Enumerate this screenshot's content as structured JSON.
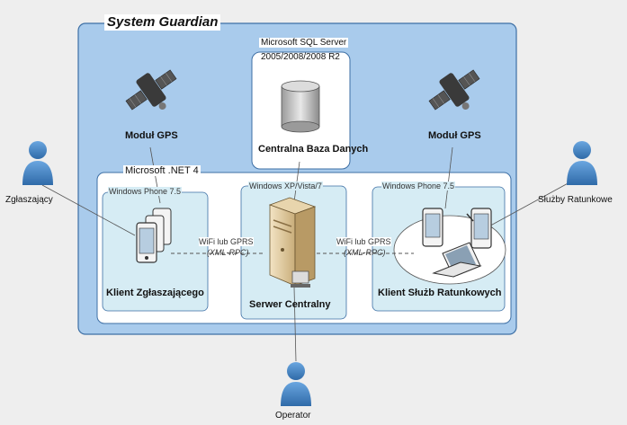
{
  "diagram": {
    "title": "System Guardian",
    "sql_server": {
      "line1": "Microsoft SQL Server",
      "line2": "2005/2008/2008 R2",
      "db_label": "Centralna Baza Danych"
    },
    "gps_left": "Moduł GPS",
    "gps_right": "Moduł GPS",
    "dotnet": "Microsoft .NET 4",
    "left_box": {
      "platform": "Windows Phone 7.5",
      "label": "Klient Zgłaszającego"
    },
    "center_box": {
      "platform": "Windows XP/Vista/7",
      "label": "Serwer Centralny"
    },
    "right_box": {
      "platform": "Windows Phone 7.5",
      "label": "Klient Służb Ratunkowych"
    },
    "conn_left": {
      "line1": "WiFi lub GPRS",
      "line2": "(XML-RPC)"
    },
    "conn_right": {
      "line1": "WiFi lub GPRS",
      "line2": "(XML-RPC)"
    },
    "actors": {
      "left": "Zgłaszający",
      "right": "Służby Ratunkowe",
      "bottom": "Operator"
    },
    "colors": {
      "outer_fill": "#a9cbec",
      "inner_fill": "#ffffff",
      "sub_fill": "#d6ecf4",
      "border": "#3d6fa5",
      "actor": "#4a86c5"
    }
  }
}
